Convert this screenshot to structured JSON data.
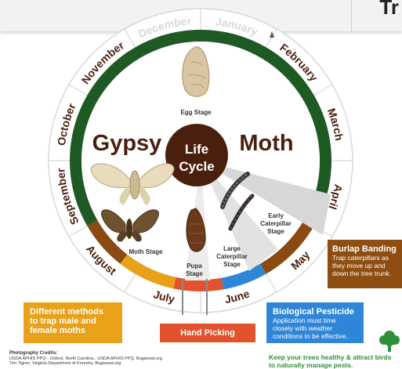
{
  "header": {
    "partial_title": "Tr"
  },
  "months": [
    "January",
    "February",
    "March",
    "April",
    "May",
    "June",
    "July",
    "August",
    "September",
    "October",
    "November",
    "December"
  ],
  "center": {
    "line1": "Life",
    "line2": "Cycle"
  },
  "title": {
    "left": "Gypsy",
    "right": "Moth"
  },
  "stages": {
    "egg": "Egg Stage",
    "early": [
      "Early",
      "Caterpillar",
      "Stage"
    ],
    "large": [
      "Large",
      "Caterpillar",
      "Stage"
    ],
    "pupa": [
      "Pupa",
      "Stage"
    ],
    "moth": "Moth Stage"
  },
  "boxes": {
    "methods": {
      "line1": "Different methods",
      "line2": "to trap male and",
      "line3": "female moths"
    },
    "hand": "Hand Picking",
    "bio": {
      "title": "Biological Pesticide",
      "line1": "Application must time",
      "line2": "closely with weather",
      "line3": "conditions to be effective."
    },
    "burlap": {
      "title": "Burlap Banding",
      "line1": "Trap caterpillars as",
      "line2": "they move up and",
      "line3": "down the tree trunk."
    }
  },
  "credits": {
    "heading": "Photography Credits:",
    "line1": "USDA APHIS PPQ - Oxford, North Carolina , USDA APHIS PPQ, Bugwood.org",
    "line2": "Tim Tigner, Virginia Department of Forestry, Bugwood.org"
  },
  "footer": {
    "line1": "Keep your trees healthy & attract birds",
    "line2": "to naturally manage pests."
  },
  "colors": {
    "green": "#1f5a24",
    "brown": "#8a4a12",
    "orange": "#e8a119",
    "red": "#e2532d",
    "blue": "#2f86d9",
    "dark_brown": "#4a1f0e",
    "footer_green": "#2f8f3a"
  }
}
